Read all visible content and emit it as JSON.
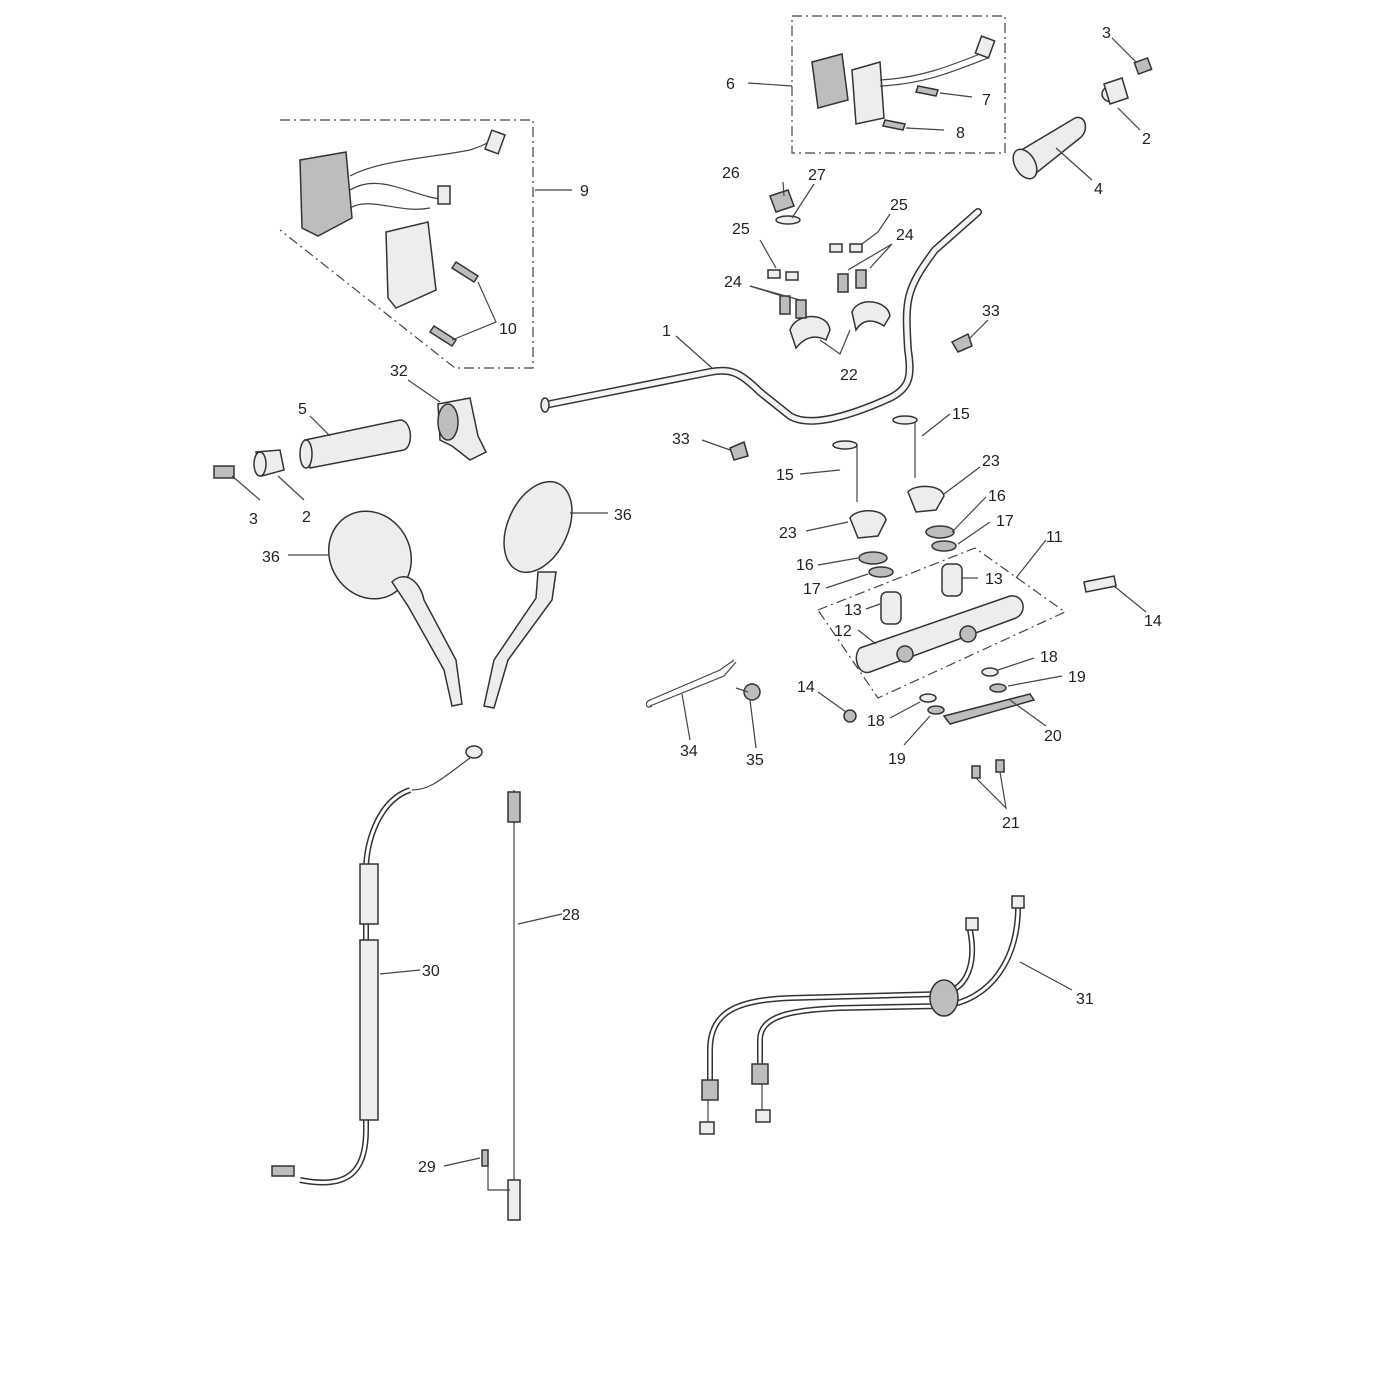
{
  "callouts": {
    "c1": "1",
    "c2a": "2",
    "c2b": "2",
    "c3a": "3",
    "c3b": "3",
    "c4": "4",
    "c5": "5",
    "c6": "6",
    "c7": "7",
    "c8": "8",
    "c9": "9",
    "c10": "10",
    "c11": "11",
    "c12": "12",
    "c13a": "13",
    "c13b": "13",
    "c14a": "14",
    "c14b": "14",
    "c15a": "15",
    "c15b": "15",
    "c16a": "16",
    "c16b": "16",
    "c17a": "17",
    "c17b": "17",
    "c18a": "18",
    "c18b": "18",
    "c19a": "19",
    "c19b": "19",
    "c20": "20",
    "c21": "21",
    "c22": "22",
    "c23a": "23",
    "c23b": "23",
    "c24a": "24",
    "c24b": "24",
    "c25a": "25",
    "c25b": "25",
    "c26": "26",
    "c27": "27",
    "c28": "28",
    "c29": "29",
    "c30": "30",
    "c31": "31",
    "c32": "32",
    "c33a": "33",
    "c33b": "33",
    "c34": "34",
    "c35": "35",
    "c36a": "36",
    "c36b": "36"
  }
}
